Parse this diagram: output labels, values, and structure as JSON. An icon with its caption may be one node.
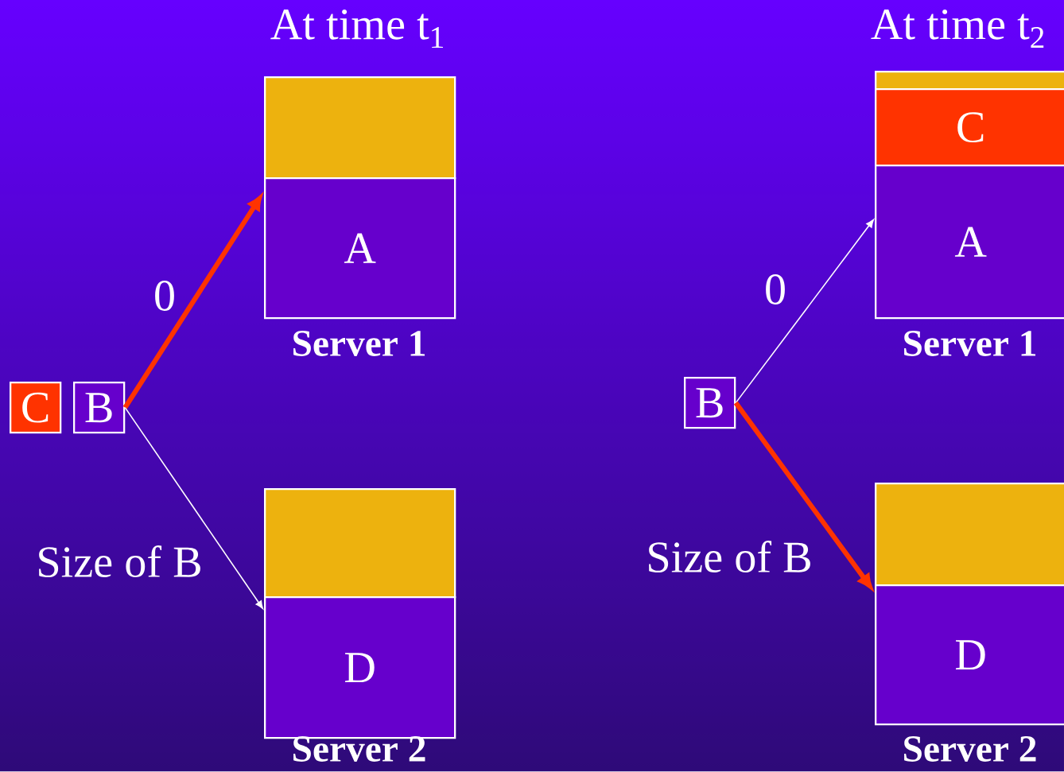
{
  "diagram": {
    "nodes": [
      {
        "text": [],
        "shape": "box"
      },
      {
        "text": [
          "A"
        ],
        "beside": [
          "Server 1"
        ]
      },
      {
        "text": [],
        "shape": "box"
      },
      {
        "text": [
          "D"
        ],
        "beside": [
          "Server 2"
        ]
      },
      {
        "text": [
          "C"
        ]
      },
      {
        "text": [
          "B"
        ]
      },
      {
        "text": [],
        "shape": "box"
      },
      {
        "text": [
          "C"
        ]
      },
      {
        "text": [
          "A"
        ],
        "beside": [
          "Server 1"
        ]
      },
      {
        "text": [],
        "shape": "box"
      },
      {
        "text": [
          "D"
        ],
        "beside": [
          "Server 2"
        ]
      },
      {
        "text": [
          "B"
        ]
      }
    ],
    "edges": [
      {
        "from": 5,
        "to": 1,
        "arrow": "to",
        "label": "0",
        "style": "thick",
        "color": "#ff3300"
      },
      {
        "from": 5,
        "to": 3,
        "arrow": "to",
        "label": "Size of B",
        "color": "#ffffff"
      },
      {
        "from": 11,
        "to": 8,
        "arrow": "to",
        "label": "0",
        "color": "#ffffff"
      },
      {
        "from": 11,
        "to": 10,
        "arrow": "to",
        "label": "Size of B",
        "style": "thick",
        "color": "#ff3300"
      }
    ],
    "labels": [
      "At time t$_{1}$",
      "At time t$_{2}$"
    ]
  }
}
